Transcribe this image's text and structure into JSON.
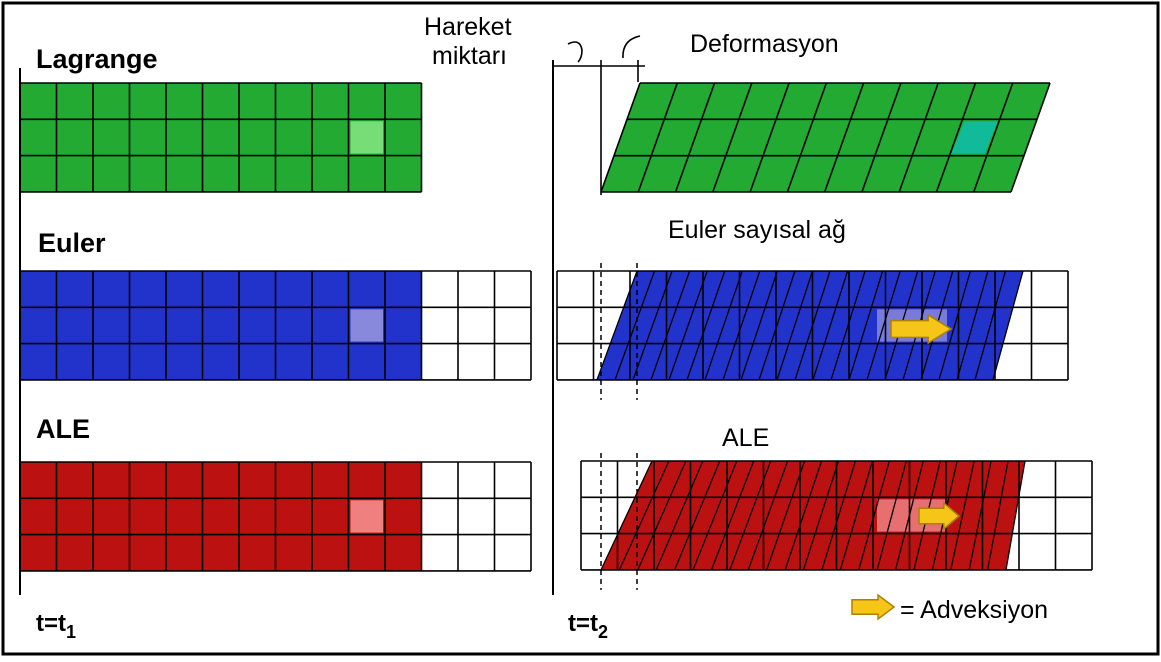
{
  "labels": {
    "lagrange": "Lagrange",
    "euler": "Euler",
    "ale": "ALE",
    "hareket_line1": "Hareket",
    "hareket_line2": "miktarı",
    "deformasyon": "Deformasyon",
    "euler_sayisal_ag": "Euler sayısal ağ",
    "ale_right": "ALE",
    "t1_prefix": "t=t",
    "t1_sub": "1",
    "t2_prefix": "t=t",
    "t2_sub": "2",
    "legend_text": "= Adveksiyon"
  },
  "colors": {
    "lagrange_mesh": "#22aa33",
    "lagrange_highlight": "#77dd77",
    "lagrange_deformed_highlight": "#11bb99",
    "euler_mesh": "#2233cc",
    "euler_highlight": "#8888dd",
    "ale_mesh": "#bb1111",
    "ale_highlight": "#f08080",
    "arrow": "#f5c518",
    "arrow_outline": "#b08000",
    "frame": "#000000"
  },
  "icons": {
    "advection_arrow": "right-arrow-icon"
  }
}
